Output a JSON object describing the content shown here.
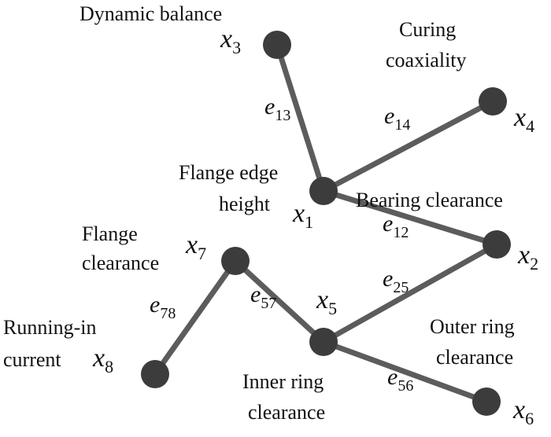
{
  "colors": {
    "edge": "#5c5c5c",
    "node": "#3c3c3c",
    "text": "#111111"
  },
  "nodes": {
    "x1": {
      "var": "x",
      "sub": "1",
      "label": [
        "Flange edge",
        "height"
      ]
    },
    "x2": {
      "var": "x",
      "sub": "2",
      "label": [
        "Bearing clearance"
      ]
    },
    "x3": {
      "var": "x",
      "sub": "3",
      "label": [
        "Dynamic balance"
      ]
    },
    "x4": {
      "var": "x",
      "sub": "4",
      "label": [
        "Curing",
        "coaxiality"
      ]
    },
    "x5": {
      "var": "x",
      "sub": "5",
      "label": [
        "Inner ring",
        "clearance"
      ]
    },
    "x6": {
      "var": "x",
      "sub": "6",
      "label": [
        "Outer ring",
        "clearance"
      ]
    },
    "x7": {
      "var": "x",
      "sub": "7",
      "label": [
        "Flange",
        "clearance"
      ]
    },
    "x8": {
      "var": "x",
      "sub": "8",
      "label": [
        "Running-in",
        "current"
      ]
    }
  },
  "edges": {
    "e13": {
      "var": "e",
      "sub": "13"
    },
    "e14": {
      "var": "e",
      "sub": "14"
    },
    "e12": {
      "var": "e",
      "sub": "12"
    },
    "e25": {
      "var": "e",
      "sub": "25"
    },
    "e57": {
      "var": "e",
      "sub": "57"
    },
    "e56": {
      "var": "e",
      "sub": "56"
    },
    "e78": {
      "var": "e",
      "sub": "78"
    }
  }
}
